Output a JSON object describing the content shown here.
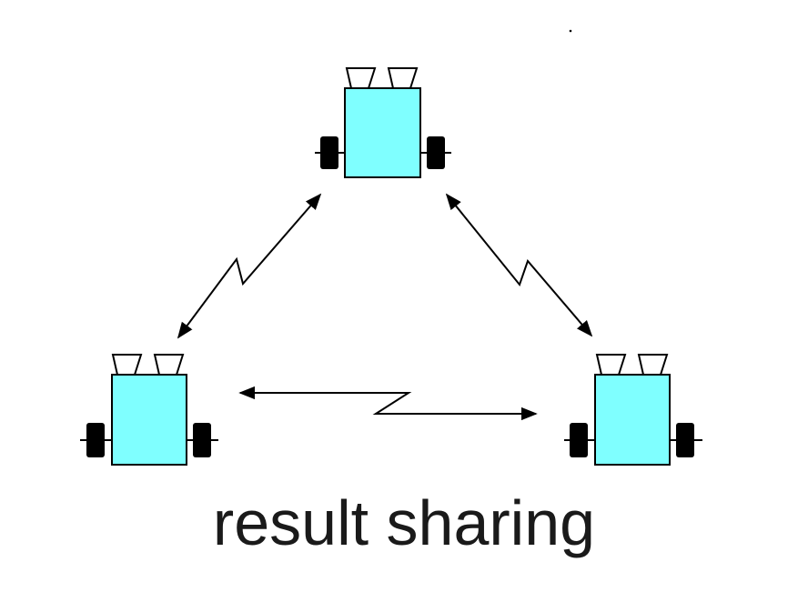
{
  "caption": "result sharing",
  "colors": {
    "robot_body": "#7fffff",
    "wheel": "#000000",
    "outline": "#000000",
    "background": "#ffffff"
  },
  "robots": [
    {
      "id": "robot-top"
    },
    {
      "id": "robot-left"
    },
    {
      "id": "robot-right"
    }
  ],
  "links": [
    {
      "from": "robot-top",
      "to": "robot-left",
      "type": "wireless-bidirectional"
    },
    {
      "from": "robot-top",
      "to": "robot-right",
      "type": "wireless-bidirectional"
    },
    {
      "from": "robot-left",
      "to": "robot-right",
      "type": "wireless-bidirectional"
    }
  ]
}
